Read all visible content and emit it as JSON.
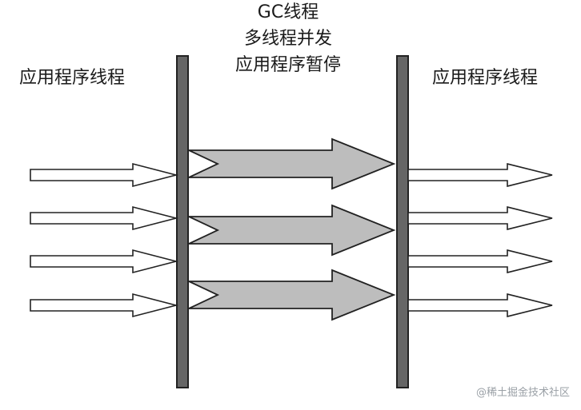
{
  "labels": {
    "left_threads": "应用程序线程",
    "gc_line1": "GC线程",
    "gc_line2": "多线程并发",
    "gc_line3": "应用程序暂停",
    "right_threads": "应用程序线程"
  },
  "watermark": "@稀土掘金技术社区",
  "colors": {
    "pause_bar": "#666666",
    "gc_arrow_fill": "#bdbdbd",
    "app_arrow_fill": "#ffffff",
    "outline": "#222222"
  }
}
